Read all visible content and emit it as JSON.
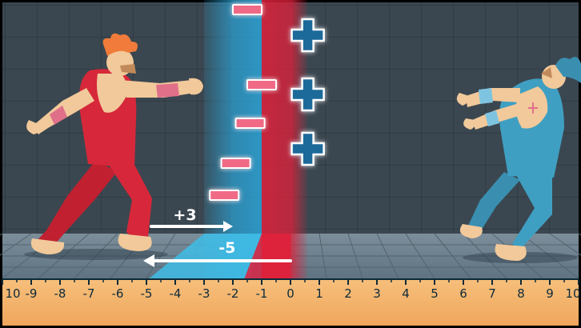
{
  "scene": {
    "title": "",
    "colors": {
      "wall": "#3b4750",
      "wall_grid": "#2c363e",
      "floor": "#6c7f8c",
      "ruler": "#f3b16c",
      "blue_zone": "#2aa4d8",
      "red_zone": "#e0203a",
      "plus_icon": "#1f6b9a",
      "minus_icon": "#f06a86",
      "arrow": "#ffffff",
      "fighter_left": "#d6283a",
      "fighter_right": "#3f9fc2"
    }
  },
  "ruler": {
    "ticks": [
      "10",
      "-9",
      "-8",
      "-7",
      "-6",
      "-5",
      "-4",
      "-3",
      "-2",
      "-1",
      "0",
      "1",
      "2",
      "3",
      "4",
      "5",
      "6",
      "7",
      "8",
      "9",
      "10"
    ]
  },
  "zones": {
    "blue": {
      "from": -3,
      "to": -1
    },
    "red": {
      "from": -1,
      "to": 0
    }
  },
  "minus_markers": [
    {
      "icon": "minus-icon",
      "position": -1.5
    },
    {
      "icon": "minus-icon",
      "position": -1.0
    },
    {
      "icon": "minus-icon",
      "position": -1.4
    },
    {
      "icon": "minus-icon",
      "position": -1.9
    },
    {
      "icon": "minus-icon",
      "position": -2.3
    }
  ],
  "plus_markers": [
    {
      "icon": "plus-icon"
    },
    {
      "icon": "plus-icon"
    },
    {
      "icon": "plus-icon"
    }
  ],
  "arrows": {
    "top": {
      "label": "+3",
      "from": -5,
      "to": -2,
      "icon": "arrow-right-icon"
    },
    "bottom": {
      "label": "-5",
      "from": 0,
      "to": -5,
      "icon": "arrow-left-icon"
    }
  },
  "fighters": {
    "left": {
      "icon": "red-fighter-punching-icon"
    },
    "right": {
      "icon": "blue-fighter-hit-icon"
    }
  }
}
